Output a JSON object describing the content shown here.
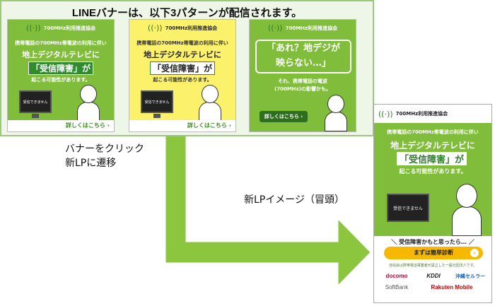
{
  "top": {
    "title": "LINEバナーは、以下3パターンが配信されます。"
  },
  "banner_common": {
    "org_name": "700MHz利用推進協会",
    "line1": "携帯電話の700MHz帯電波の利用に伴い",
    "line2": "地上デジタルテレビに",
    "line3": "「受信障害」が",
    "line4": "起こる可能性があります。",
    "tv_text": "受信できません",
    "cta": "詳しくはこちら ›"
  },
  "banner3": {
    "q1": "「あれ？地デジが",
    "q2": "映らない…」",
    "sub1": "それ、携帯電話の電波",
    "sub2": "(700MHz)の影響かも。",
    "cta": "詳しくはこちら ›"
  },
  "notes": {
    "click_line1": "バナーをクリック",
    "click_line2": "新LPに遷移",
    "lp_image": "新LPイメージ（冒頭）"
  },
  "lp": {
    "org_name": "700MHz利用推進協会",
    "line1": "携帯電話の700MHz帯電波の利用に伴い",
    "line2": "地上デジタルテレビに",
    "line3": "「受信障害」が",
    "line4": "起こる可能性があります。",
    "tv_text": "受信できません",
    "prompt": "＼ 受信障害かもと思ったら… ／",
    "button": "まずは簡単診断",
    "button_chevron": "›",
    "disclaimer": "当協会は携帯電話事業者が設立した一般社団法人です。",
    "logos": {
      "docomo": "docomo",
      "kddi": "KDDI",
      "okinawa": "沖縄セルラー",
      "softbank": "SoftBank",
      "rakuten": "Rakuten Mobile"
    }
  },
  "colors": {
    "banner_green": "#7fbd3a",
    "banner_yellow": "#fbf16b",
    "arrow_green": "#8cc63f",
    "button_orange": "#f6b800"
  },
  "icons": {
    "antenna": "antenna-icon"
  }
}
